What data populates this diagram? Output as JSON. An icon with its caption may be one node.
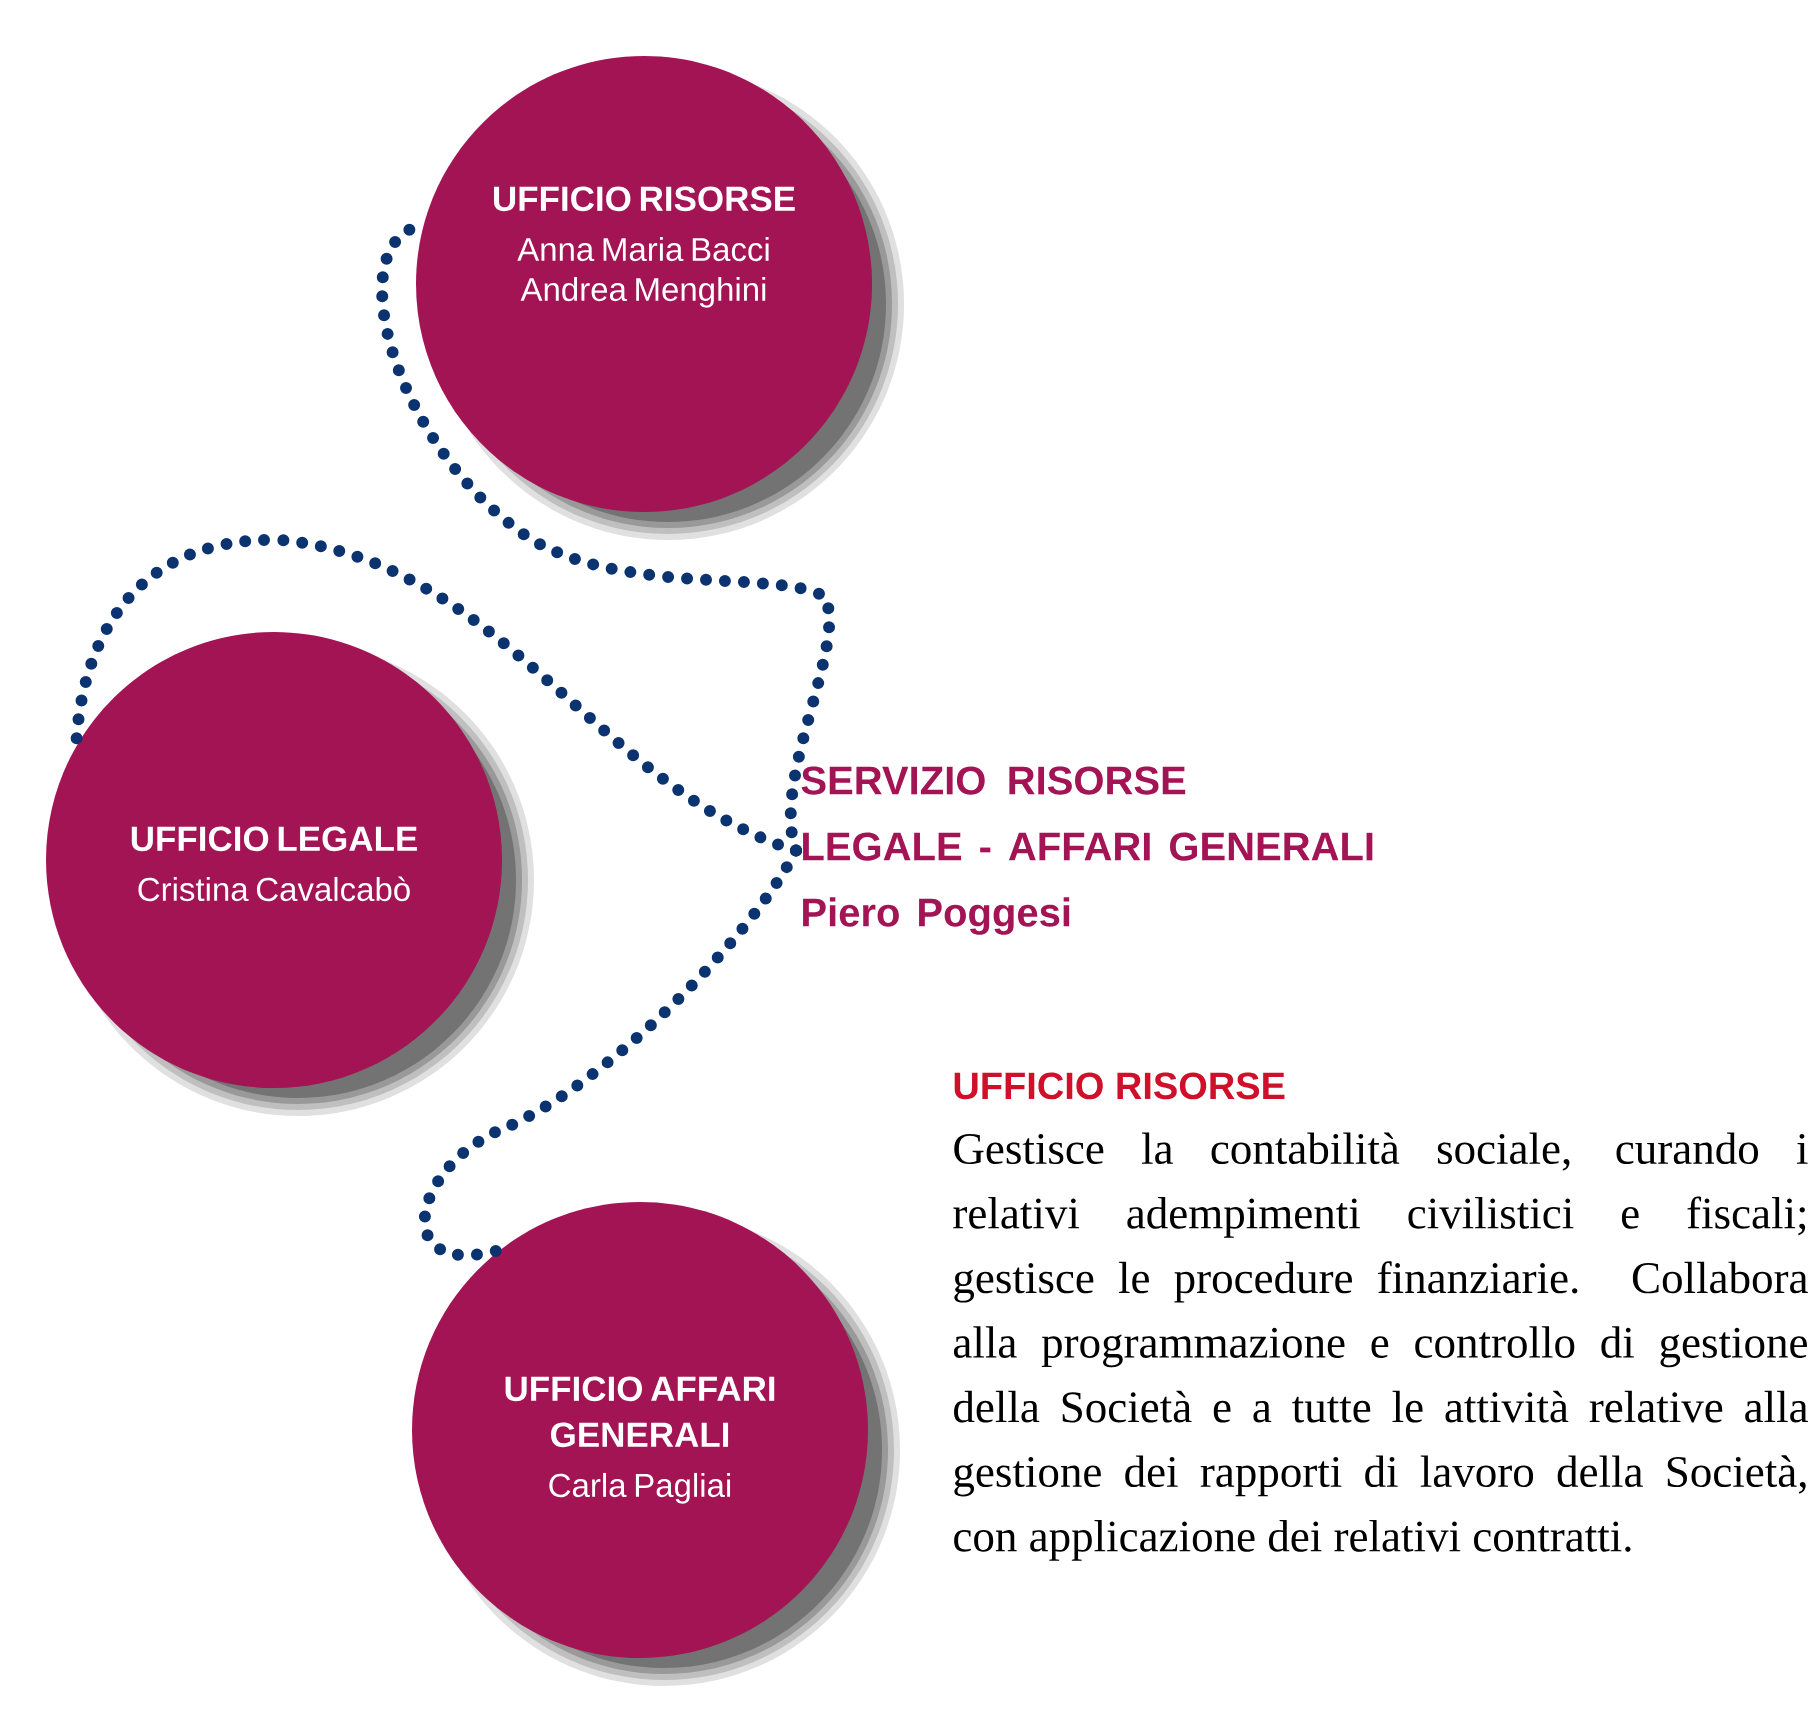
{
  "diagram": {
    "nodes": [
      {
        "text": [
          "UFFICIO RISORSE",
          "Anna Maria Bacci Andrea Menghini"
        ]
      },
      {
        "text": [
          "UFFICIO LEGALE",
          "Cristina Cavalcabò"
        ]
      },
      {
        "text": [
          "SERVIZIO RISORSE LEGALE - AFFARI GENERALI",
          "Piero Poggesi"
        ]
      },
      {
        "text": [
          "UFFICIO AFFARI GENERALI",
          "Carla Pagliai"
        ]
      }
    ],
    "edges": [
      {
        "from": 2,
        "to": 0,
        "arrow": "none"
      },
      {
        "from": 2,
        "to": 1,
        "arrow": "none"
      },
      {
        "from": 2,
        "to": 3,
        "arrow": "none"
      }
    ],
    "labels": [
      "UFFICIO RISORSE",
      "Gestisce la contabilità sociale, curando i relativi adempimenti civilistici e fiscali; gestisce le procedure finanziarie. Collabora alla programmazione e controllo di gestione della Società e a tutte le attività relative alla gestione dei rapporti di lavoro della Società, con applicazione dei relativi contratti."
    ]
  }
}
